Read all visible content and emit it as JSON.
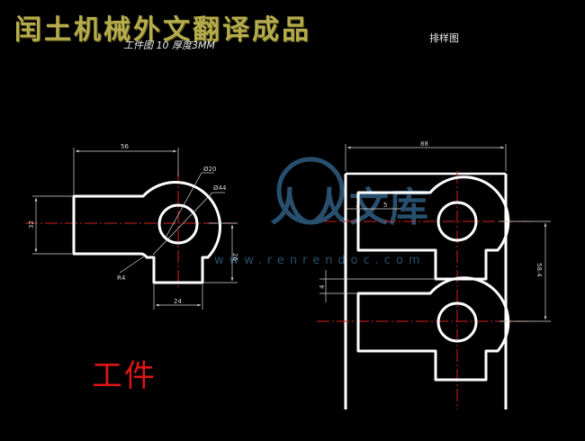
{
  "banner": {
    "text": "闰土机械外文翻译成品",
    "color": "#b5ac4c"
  },
  "titles": {
    "workpiece_drawing": "工件图  10 厚度3MM",
    "layout_drawing": "排样图"
  },
  "workpiece_label": "工件",
  "dimensions": {
    "length_56": "56",
    "dia_20": "Ø20",
    "dia_44": "Ø44",
    "height_32": "32",
    "height_26": "26",
    "radius_r4": "R4",
    "width_24": "24",
    "strip_88": "88",
    "gap_5": "5",
    "pitch_584": "58.4",
    "gap_4": "4"
  },
  "watermark": {
    "text": "人人文库",
    "url": "www.renrendoc.com"
  },
  "colors": {
    "background": "#000000",
    "outline": "#ffffff",
    "center_line": "#d42020",
    "dimension": "#d8d8d8",
    "watermark": "#2f5f82",
    "red_label": "#dd1515"
  }
}
